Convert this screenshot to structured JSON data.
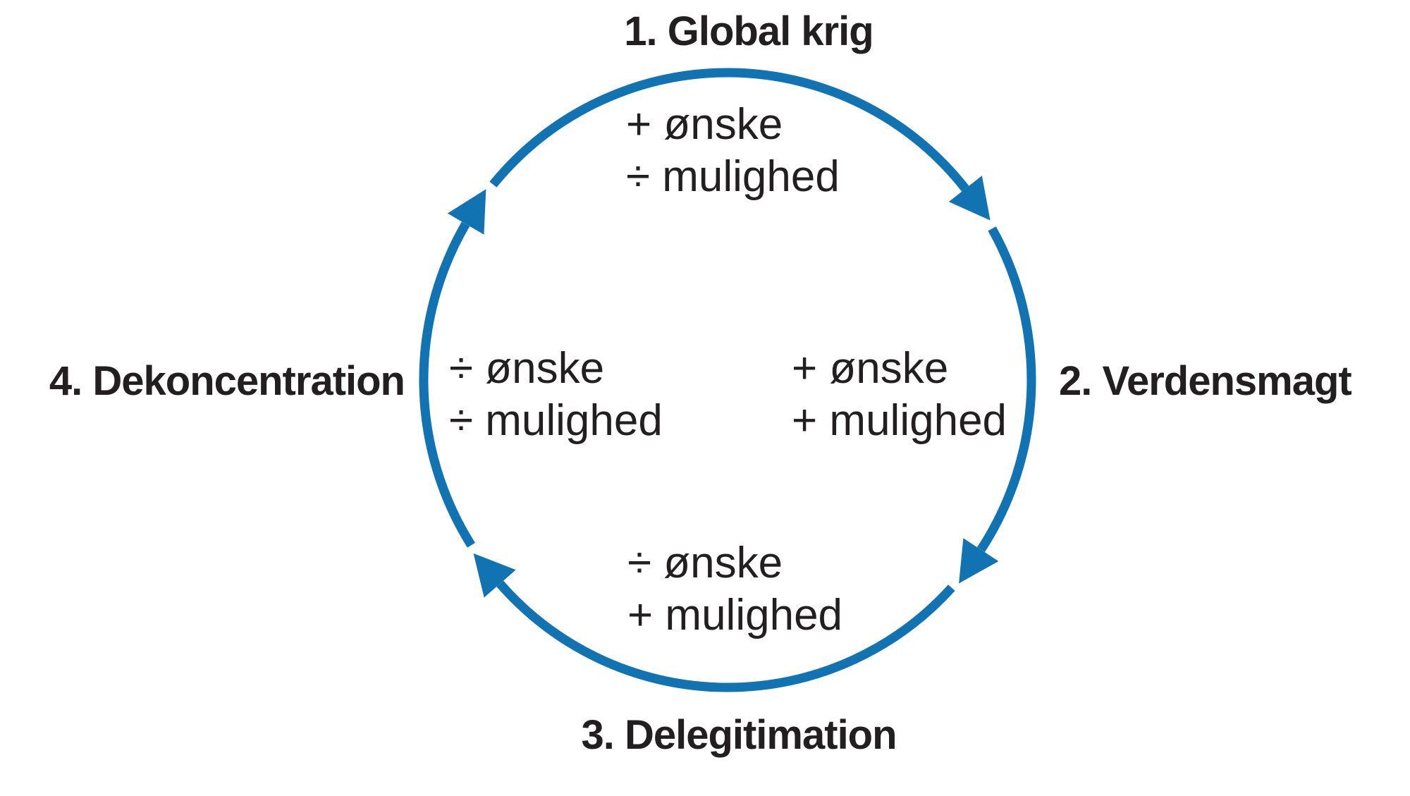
{
  "colors": {
    "background": "#ffffff",
    "accent": "#1273b2",
    "text": "#231f20"
  },
  "diagram": {
    "type": "cycle",
    "flow_direction": "clockwise",
    "stages": [
      {
        "label": "1. Global krig",
        "position": "top",
        "note_lines": [
          "+ ønske",
          "÷ mulighed"
        ]
      },
      {
        "label": "2. Verdensmagt",
        "position": "right",
        "note_lines": [
          "+ ønske",
          "+ mulighed"
        ]
      },
      {
        "label": "3. Delegitimation",
        "position": "bottom",
        "note_lines": [
          "÷ ønske",
          "+ mulighed"
        ]
      },
      {
        "label": "4. Dekoncentration",
        "position": "left",
        "note_lines": [
          "÷ ønske",
          "÷ mulighed"
        ]
      }
    ]
  }
}
